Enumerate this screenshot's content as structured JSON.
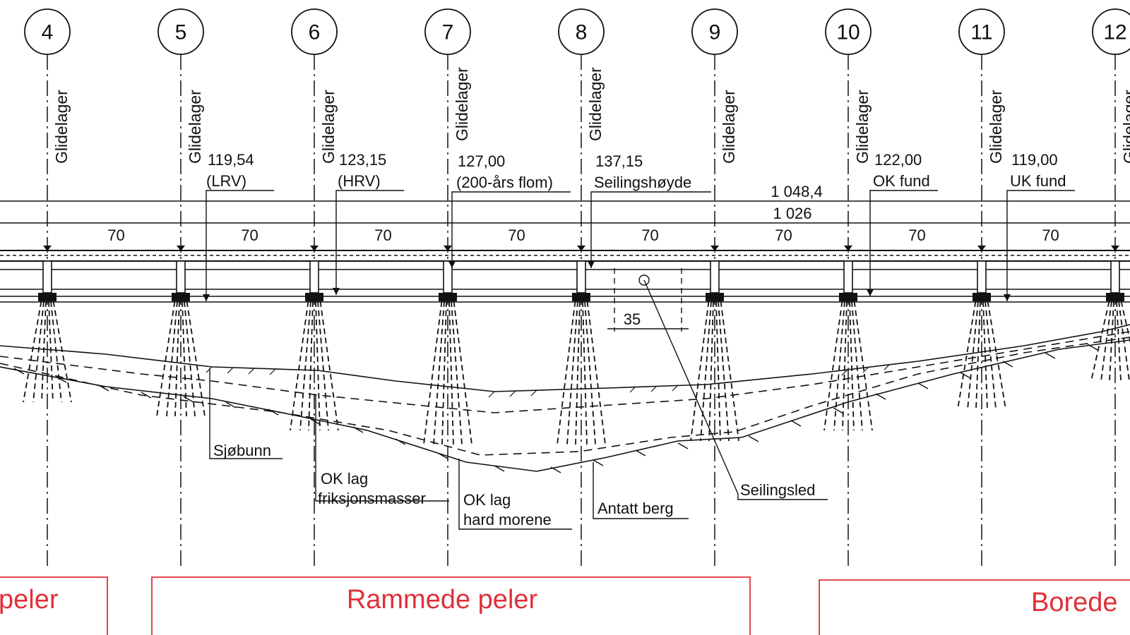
{
  "axes": [
    {
      "label": "4"
    },
    {
      "label": "5"
    },
    {
      "label": "6"
    },
    {
      "label": "7"
    },
    {
      "label": "8"
    },
    {
      "label": "9"
    },
    {
      "label": "10"
    },
    {
      "label": "11"
    },
    {
      "label": "12"
    }
  ],
  "bearing_label": "Glidelager",
  "span_label": "70",
  "levels": [
    {
      "value": "119,54",
      "note": "(LRV)"
    },
    {
      "value": "123,15",
      "note": "(HRV)"
    },
    {
      "value": "127,00",
      "note": "(200-års flom)"
    },
    {
      "value": "137,15",
      "note": "Seilingshøyde"
    },
    {
      "value": "122,00",
      "note": "OK fund"
    },
    {
      "value": "119,00",
      "note": "UK fund"
    }
  ],
  "total_dims": {
    "outer": "1 048,4",
    "inner": "1 026"
  },
  "clear_dim": "35",
  "soil_labels": {
    "seabed": "Sjøbunn",
    "ok_friction_1": "OK lag",
    "ok_friction_2": "friksjonsmasser",
    "ok_moraine_1": "OK lag",
    "ok_moraine_2": "hard morene",
    "rock": "Antatt berg",
    "channel": "Seilingsled"
  },
  "zones": {
    "left": "peler",
    "middle": "Rammede peler",
    "right": "Borede"
  },
  "colors": {
    "line": "#111111",
    "zone": "#e0303a"
  }
}
